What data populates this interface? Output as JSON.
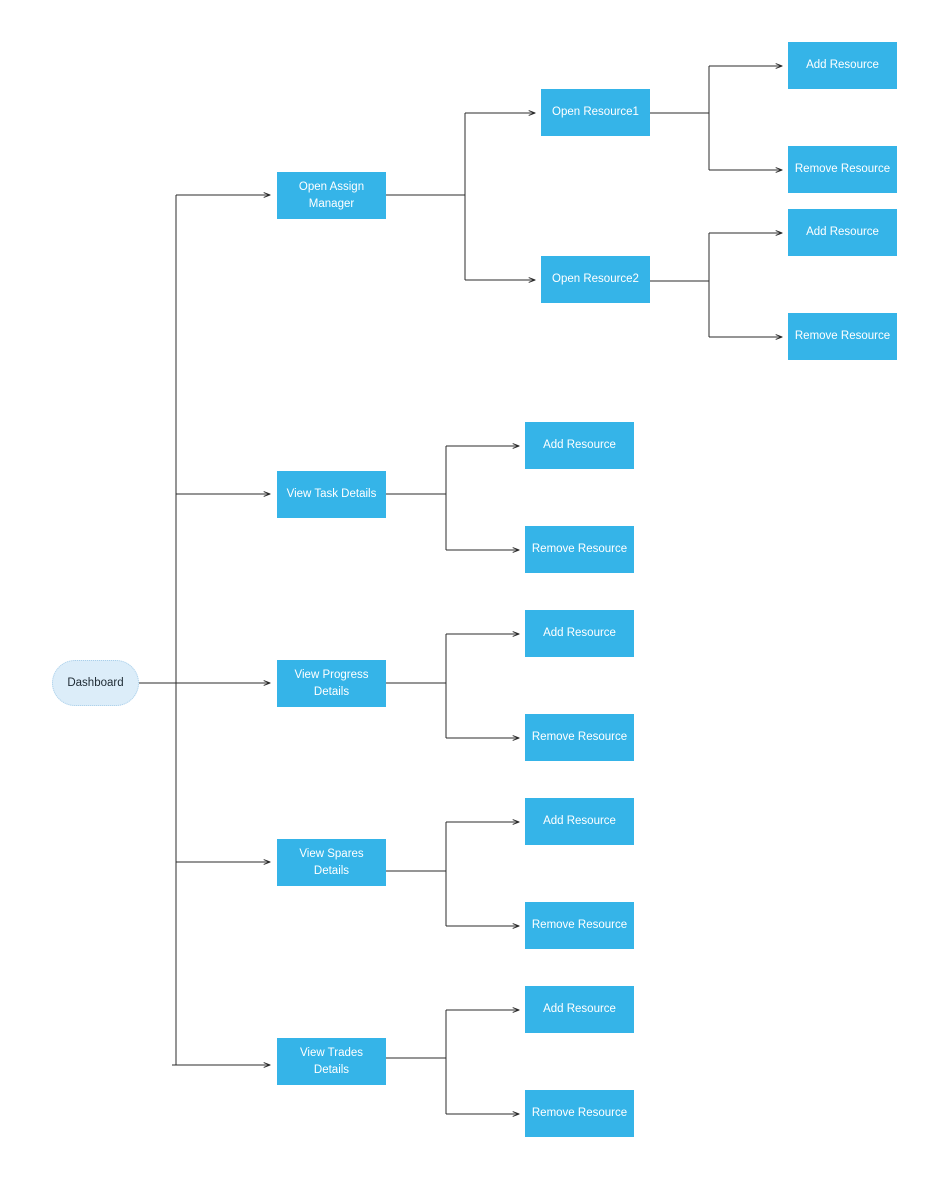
{
  "colors": {
    "node_fill": "#35b4e8",
    "node_text": "#ffffff",
    "root_fill": "#dcedf9",
    "root_text": "#1e2a33",
    "connector": "#2b2b2b"
  },
  "flowchart": {
    "root": {
      "label": "Dashboard"
    },
    "branches": [
      {
        "label": "Open Assign\nManager",
        "children": [
          {
            "label": "Open Resource1",
            "children": [
              {
                "label": "Add Resource"
              },
              {
                "label": "Remove Resource"
              }
            ]
          },
          {
            "label": "Open Resource2",
            "children": [
              {
                "label": "Add Resource"
              },
              {
                "label": "Remove Resource"
              }
            ]
          }
        ]
      },
      {
        "label": "View Task Details",
        "children": [
          {
            "label": "Add Resource"
          },
          {
            "label": "Remove Resource"
          }
        ]
      },
      {
        "label": "View Progress\nDetails",
        "children": [
          {
            "label": "Add Resource"
          },
          {
            "label": "Remove Resource"
          }
        ]
      },
      {
        "label": "View Spares\nDetails",
        "children": [
          {
            "label": "Add Resource"
          },
          {
            "label": "Remove Resource"
          }
        ]
      },
      {
        "label": "View Trades\nDetails",
        "children": [
          {
            "label": "Add Resource"
          },
          {
            "label": "Remove Resource"
          }
        ]
      }
    ]
  }
}
